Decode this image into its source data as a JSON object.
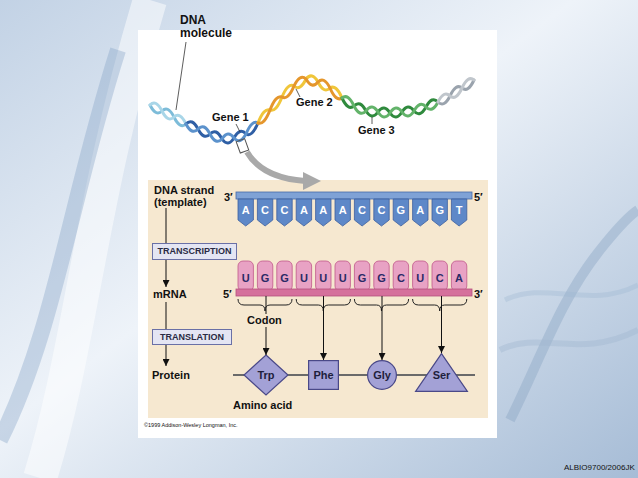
{
  "diagram": {
    "nodes": [
      {
        "text": [
          "A",
          "C",
          "C",
          "A",
          "A",
          "A",
          "C",
          "C",
          "G",
          "A",
          "G",
          "T"
        ]
      },
      {
        "text": [
          "TRANSCRIPTION"
        ]
      },
      {
        "text": [
          "U",
          "G",
          "G",
          "U",
          "U",
          "U",
          "G",
          "G",
          "C",
          "U",
          "C",
          "A"
        ]
      },
      {
        "text": [
          "TRANSLATION"
        ]
      },
      {
        "text": [
          "Trp"
        ]
      },
      {
        "text": [
          "Phe"
        ]
      },
      {
        "text": [
          "Gly"
        ]
      },
      {
        "text": [
          "Ser"
        ]
      }
    ],
    "edges": [
      {
        "from": 2,
        "to": 4,
        "arrow": "to"
      },
      {
        "from": 2,
        "to": 5,
        "arrow": "to"
      },
      {
        "from": 2,
        "to": 6,
        "arrow": "to"
      },
      {
        "from": 2,
        "to": 7,
        "arrow": "to"
      },
      {
        "from": 4,
        "to": 5,
        "arrow": "none"
      },
      {
        "from": 5,
        "to": 6,
        "arrow": "none"
      },
      {
        "from": 6,
        "to": 7,
        "arrow": "none"
      }
    ],
    "labels": [
      "DNA molecule",
      "Gene 1",
      "Gene 2",
      "Gene 3",
      "DNA strand (template)",
      "3′",
      "5′",
      "mRNA",
      "5′",
      "3′",
      "Codon",
      "Protein",
      "Amino acid",
      "©1999 Addison-Wesley Longman, Inc.",
      "ALBIO9700/2006JK"
    ]
  }
}
